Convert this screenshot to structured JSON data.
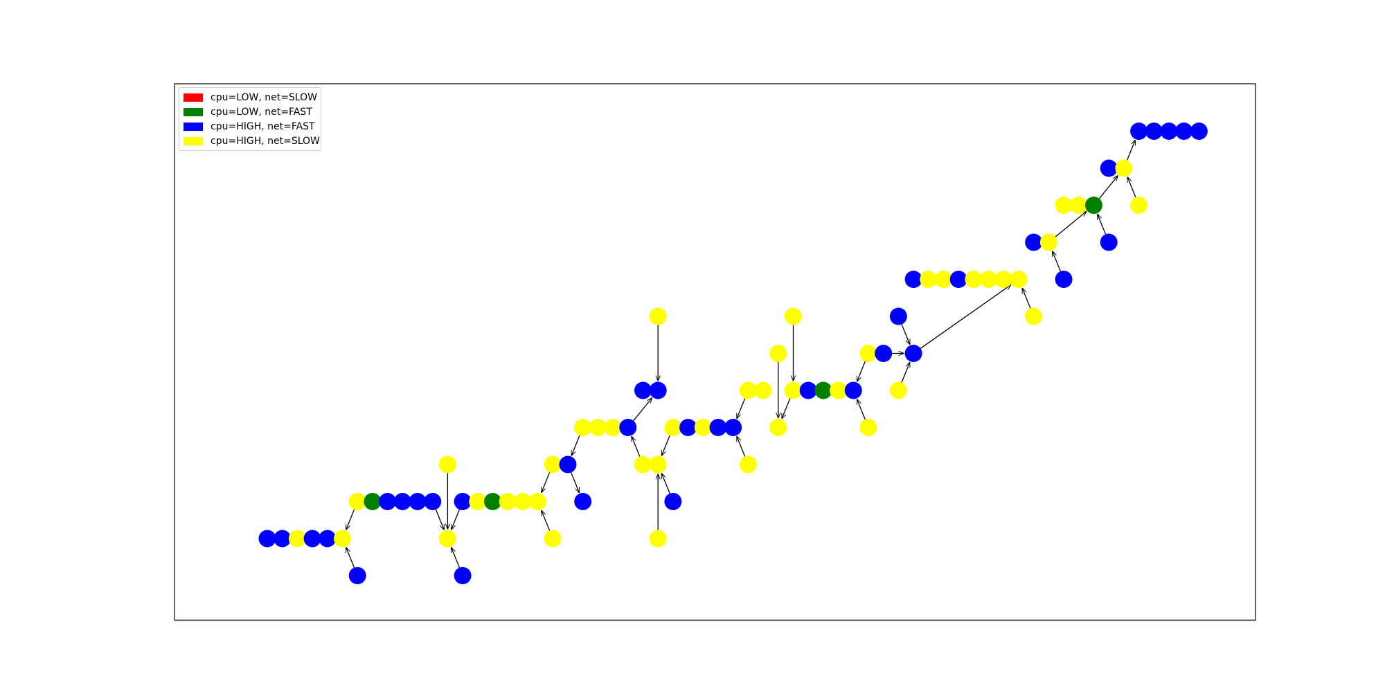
{
  "legend": {
    "items": [
      {
        "label": "cpu=LOW, net=SLOW",
        "color": "#ff0000"
      },
      {
        "label": "cpu=LOW, net=FAST",
        "color": "#008000"
      },
      {
        "label": "cpu=HIGH, net=FAST",
        "color": "#0000ff"
      },
      {
        "label": "cpu=HIGH, net=SLOW",
        "color": "#ffff00"
      }
    ]
  },
  "graph": {
    "node_colors": {
      "B": "#0000ff",
      "Y": "#ffff00",
      "G": "#008000",
      "R": "#ff0000"
    },
    "edge_color": "#000000",
    "levels": 14,
    "nodes": [
      {
        "id": 0,
        "col": 0,
        "level": 0,
        "c": "B"
      },
      {
        "id": 1,
        "col": 1,
        "level": 0,
        "c": "B"
      },
      {
        "id": 2,
        "col": 2,
        "level": 0,
        "c": "Y"
      },
      {
        "id": 3,
        "col": 3,
        "level": 0,
        "c": "B"
      },
      {
        "id": 4,
        "col": 4,
        "level": 0,
        "c": "B"
      },
      {
        "id": 5,
        "col": 5,
        "level": 0,
        "c": "Y"
      },
      {
        "id": 6,
        "col": 6,
        "level": -1,
        "c": "B"
      },
      {
        "id": 7,
        "col": 6,
        "level": 1,
        "c": "Y"
      },
      {
        "id": 8,
        "col": 7,
        "level": 1,
        "c": "G"
      },
      {
        "id": 9,
        "col": 8,
        "level": 1,
        "c": "B"
      },
      {
        "id": 10,
        "col": 9,
        "level": 1,
        "c": "B"
      },
      {
        "id": 11,
        "col": 10,
        "level": 1,
        "c": "B"
      },
      {
        "id": 12,
        "col": 11,
        "level": 1,
        "c": "B"
      },
      {
        "id": 13,
        "col": 12,
        "level": 0,
        "c": "Y"
      },
      {
        "id": 14,
        "col": 12,
        "level": 2,
        "c": "Y"
      },
      {
        "id": 15,
        "col": 13,
        "level": -1,
        "c": "B"
      },
      {
        "id": 16,
        "col": 13,
        "level": 1,
        "c": "B"
      },
      {
        "id": 17,
        "col": 14,
        "level": 1,
        "c": "Y"
      },
      {
        "id": 18,
        "col": 15,
        "level": 1,
        "c": "G"
      },
      {
        "id": 19,
        "col": 16,
        "level": 1,
        "c": "Y"
      },
      {
        "id": 20,
        "col": 17,
        "level": 1,
        "c": "Y"
      },
      {
        "id": 21,
        "col": 18,
        "level": 1,
        "c": "Y"
      },
      {
        "id": 22,
        "col": 19,
        "level": 0,
        "c": "Y"
      },
      {
        "id": 23,
        "col": 19,
        "level": 2,
        "c": "Y"
      },
      {
        "id": 24,
        "col": 20,
        "level": 2,
        "c": "B"
      },
      {
        "id": 25,
        "col": 21,
        "level": 1,
        "c": "B"
      },
      {
        "id": 26,
        "col": 21,
        "level": 3,
        "c": "Y"
      },
      {
        "id": 27,
        "col": 22,
        "level": 3,
        "c": "Y"
      },
      {
        "id": 28,
        "col": 23,
        "level": 3,
        "c": "Y"
      },
      {
        "id": 29,
        "col": 24,
        "level": 3,
        "c": "B"
      },
      {
        "id": 30,
        "col": 25,
        "level": 2,
        "c": "Y"
      },
      {
        "id": 31,
        "col": 25,
        "level": 4,
        "c": "B"
      },
      {
        "id": 32,
        "col": 26,
        "level": 0,
        "c": "Y"
      },
      {
        "id": 33,
        "col": 26,
        "level": 2,
        "c": "Y"
      },
      {
        "id": 34,
        "col": 26,
        "level": 4,
        "c": "B"
      },
      {
        "id": 35,
        "col": 26,
        "level": 6,
        "c": "Y"
      },
      {
        "id": 36,
        "col": 27,
        "level": 1,
        "c": "B"
      },
      {
        "id": 37,
        "col": 27,
        "level": 3,
        "c": "Y"
      },
      {
        "id": 38,
        "col": 28,
        "level": 3,
        "c": "B"
      },
      {
        "id": 39,
        "col": 29,
        "level": 3,
        "c": "Y"
      },
      {
        "id": 40,
        "col": 30,
        "level": 3,
        "c": "B"
      },
      {
        "id": 41,
        "col": 31,
        "level": 3,
        "c": "B"
      },
      {
        "id": 42,
        "col": 32,
        "level": 2,
        "c": "Y"
      },
      {
        "id": 43,
        "col": 32,
        "level": 4,
        "c": "Y"
      },
      {
        "id": 44,
        "col": 33,
        "level": 4,
        "c": "Y"
      },
      {
        "id": 45,
        "col": 34,
        "level": 3,
        "c": "Y"
      },
      {
        "id": 46,
        "col": 34,
        "level": 5,
        "c": "Y"
      },
      {
        "id": 47,
        "col": 35,
        "level": 4,
        "c": "Y"
      },
      {
        "id": 48,
        "col": 35,
        "level": 6,
        "c": "Y"
      },
      {
        "id": 49,
        "col": 36,
        "level": 4,
        "c": "B"
      },
      {
        "id": 50,
        "col": 37,
        "level": 4,
        "c": "G"
      },
      {
        "id": 51,
        "col": 38,
        "level": 4,
        "c": "Y"
      },
      {
        "id": 52,
        "col": 39,
        "level": 4,
        "c": "B"
      },
      {
        "id": 53,
        "col": 40,
        "level": 3,
        "c": "Y"
      },
      {
        "id": 54,
        "col": 40,
        "level": 5,
        "c": "Y"
      },
      {
        "id": 55,
        "col": 41,
        "level": 5,
        "c": "B"
      },
      {
        "id": 56,
        "col": 42,
        "level": 4,
        "c": "Y"
      },
      {
        "id": 57,
        "col": 42,
        "level": 6,
        "c": "B"
      },
      {
        "id": 58,
        "col": 43,
        "level": 5,
        "c": "B"
      },
      {
        "id": 59,
        "col": 43,
        "level": 7,
        "c": "B"
      },
      {
        "id": 60,
        "col": 44,
        "level": 7,
        "c": "Y"
      },
      {
        "id": 61,
        "col": 45,
        "level": 7,
        "c": "Y"
      },
      {
        "id": 62,
        "col": 46,
        "level": 7,
        "c": "B"
      },
      {
        "id": 63,
        "col": 47,
        "level": 7,
        "c": "Y"
      },
      {
        "id": 64,
        "col": 48,
        "level": 7,
        "c": "Y"
      },
      {
        "id": 65,
        "col": 49,
        "level": 7,
        "c": "Y"
      },
      {
        "id": 66,
        "col": 50,
        "level": 7,
        "c": "Y"
      },
      {
        "id": 67,
        "col": 51,
        "level": 6,
        "c": "Y"
      },
      {
        "id": 68,
        "col": 51,
        "level": 8,
        "c": "B"
      },
      {
        "id": 69,
        "col": 52,
        "level": 8,
        "c": "Y"
      },
      {
        "id": 70,
        "col": 53,
        "level": 7,
        "c": "B"
      },
      {
        "id": 71,
        "col": 53,
        "level": 9,
        "c": "Y"
      },
      {
        "id": 72,
        "col": 54,
        "level": 9,
        "c": "Y"
      },
      {
        "id": 73,
        "col": 55,
        "level": 9,
        "c": "G"
      },
      {
        "id": 74,
        "col": 56,
        "level": 8,
        "c": "B"
      },
      {
        "id": 75,
        "col": 56,
        "level": 10,
        "c": "B"
      },
      {
        "id": 76,
        "col": 57,
        "level": 10,
        "c": "Y"
      },
      {
        "id": 77,
        "col": 58,
        "level": 9,
        "c": "Y"
      },
      {
        "id": 78,
        "col": 58,
        "level": 11,
        "c": "B"
      },
      {
        "id": 79,
        "col": 59,
        "level": 11,
        "c": "B"
      },
      {
        "id": 80,
        "col": 60,
        "level": 11,
        "c": "B"
      },
      {
        "id": 81,
        "col": 61,
        "level": 11,
        "c": "B"
      },
      {
        "id": 82,
        "col": 62,
        "level": 11,
        "c": "B"
      }
    ],
    "edges": [
      [
        6,
        5
      ],
      [
        7,
        5
      ],
      [
        12,
        13
      ],
      [
        14,
        13
      ],
      [
        15,
        13
      ],
      [
        16,
        13
      ],
      [
        22,
        21
      ],
      [
        23,
        21
      ],
      [
        24,
        25
      ],
      [
        26,
        24
      ],
      [
        30,
        29
      ],
      [
        29,
        34
      ],
      [
        35,
        34
      ],
      [
        32,
        33
      ],
      [
        36,
        33
      ],
      [
        37,
        33
      ],
      [
        42,
        41
      ],
      [
        43,
        41
      ],
      [
        46,
        45
      ],
      [
        47,
        45
      ],
      [
        48,
        47
      ],
      [
        53,
        52
      ],
      [
        54,
        52
      ],
      [
        57,
        58
      ],
      [
        56,
        58
      ],
      [
        55,
        58
      ],
      [
        58,
        66
      ],
      [
        67,
        66
      ],
      [
        68,
        69
      ],
      [
        70,
        69
      ],
      [
        69,
        73
      ],
      [
        74,
        73
      ],
      [
        73,
        76
      ],
      [
        77,
        76
      ],
      [
        76,
        78
      ]
    ]
  }
}
